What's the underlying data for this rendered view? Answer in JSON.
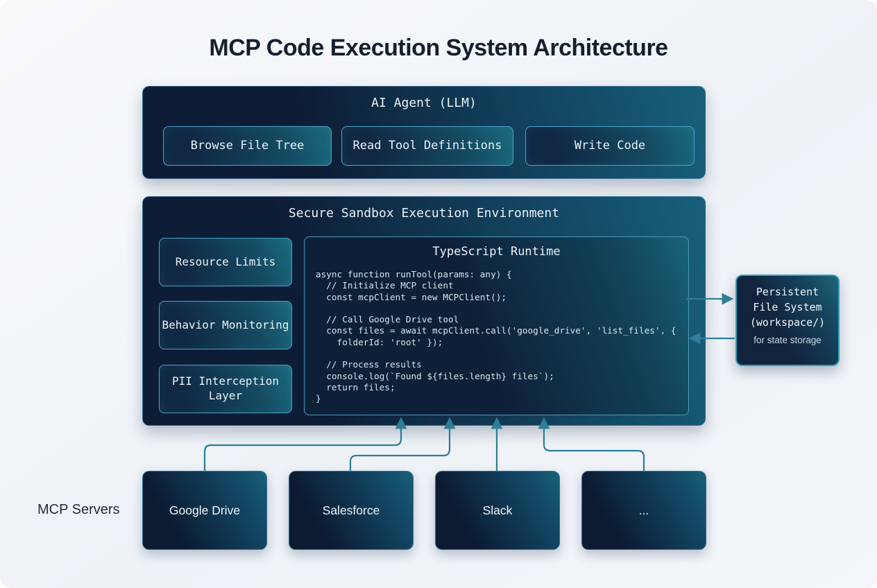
{
  "title": "MCP Code Execution System Architecture",
  "agent": {
    "title": "AI Agent (LLM)",
    "capabilities": [
      "Browse File Tree",
      "Read Tool Definitions",
      "Write Code"
    ]
  },
  "sandbox": {
    "title": "Secure Sandbox Execution Environment",
    "protections": [
      "Resource Limits",
      "Behavior Monitoring",
      "PII Interception Layer"
    ],
    "runtime": {
      "title": "TypeScript Runtime",
      "code": "async function runTool(params: any) {\n  // Initialize MCP client\n  const mcpClient = new MCPClient();\n\n  // Call Google Drive tool\n  const files = await mcpClient.call('google_drive', 'list_files', {\n    folderId: 'root' });\n\n  // Process results\n  console.log(`Found ${files.length} files`);\n  return files;\n}"
    }
  },
  "persistent_storage": {
    "title_lines": [
      "Persistent",
      "File System",
      "(workspace/)"
    ],
    "subtitle": "for state storage"
  },
  "mcp_servers": {
    "label": "MCP Servers",
    "servers": [
      "Google Drive",
      "Salesforce",
      "Slack",
      "..."
    ]
  },
  "colors": {
    "page_bg": "#f3f6fa",
    "panel_navy": "#0d1d36",
    "panel_teal": "#17607a",
    "chip_border": "#4da2c4",
    "arrow_teal": "#2e7e99",
    "title_text": "#151f2e",
    "code_text": "#d5e5ec"
  }
}
